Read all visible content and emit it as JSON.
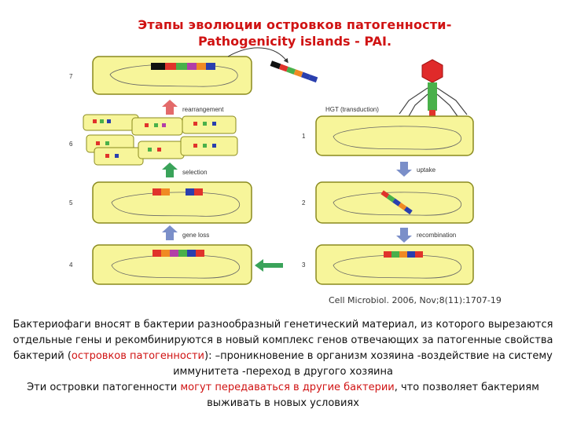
{
  "title_ru": "Этапы эволюции островков патогенности-",
  "title_en": "Pathogenicity islands - PAI.",
  "diagram": {
    "labels": {
      "rearrangement": "rearrangement",
      "selection": "selection",
      "gene_loss": "gene loss",
      "hgt": "HGT (transduction)",
      "uptake": "uptake",
      "recombination": "recombination"
    },
    "step_numbers": [
      "7",
      "6",
      "5",
      "4",
      "1",
      "2",
      "3"
    ],
    "colors": {
      "cell_fill": "#f7f59a",
      "cell_stroke": "#8a8a1e",
      "arrow_green": "#3aa35a",
      "arrow_pink": "#e36a6a",
      "arrow_blue": "#7b8fc9",
      "gene_red": "#e0332b",
      "gene_green": "#49b04a",
      "gene_blue": "#2a3fae",
      "gene_orange": "#f08a23",
      "gene_black": "#111111",
      "gene_purple": "#b23ea8",
      "phage_head": "#e02a2a"
    }
  },
  "citation": "Cell Microbiol. 2006, Nov;8(11):1707-19",
  "caption": {
    "p1": "Бактериофаги вносят в бактерии разнообразный генетический материал, из которого вырезаются отдельные гены и рекомбинируются в новый комплекс генов отвечающих за патогенные свойства бактерий (",
    "p1_hl": "островков патогенности",
    "p1_end": "): –проникновение в организм хозяина -воздействие на систему иммунитета -переход в другого хозяина",
    "p2": "Эти островки патогенности ",
    "p2_hl": "могут передаваться в другие бактерии",
    "p2_end": ", что позволяет бактериям выживать в новых условиях"
  }
}
